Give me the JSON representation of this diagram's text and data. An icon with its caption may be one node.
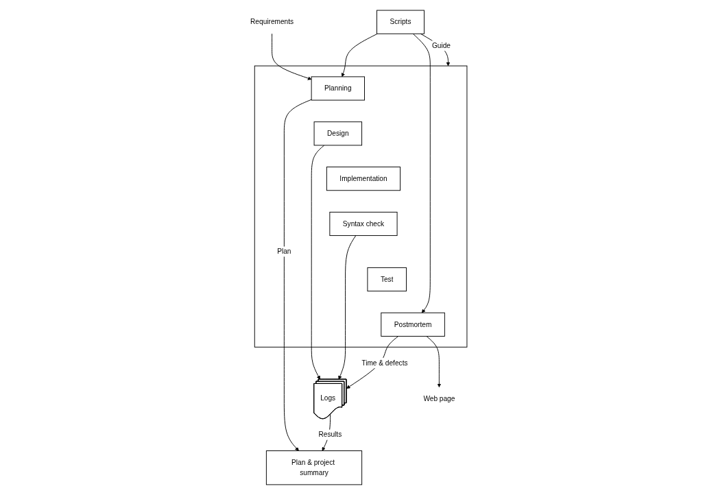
{
  "diagram": {
    "nodes": [
      {
        "text": [
          "Requirements"
        ]
      },
      {
        "text": [],
        "shape": "box"
      },
      {
        "text": [
          "Planning"
        ],
        "in": 1
      },
      {
        "text": [
          "Design"
        ],
        "in": 1
      },
      {
        "text": [
          "Implementation"
        ],
        "in": 1
      },
      {
        "text": [
          "Syntax check"
        ],
        "in": 1
      },
      {
        "text": [
          "Test"
        ],
        "in": 1
      },
      {
        "text": [
          "Postmortem"
        ],
        "in": 1
      },
      {
        "text": [
          "Scripts"
        ]
      },
      {
        "text": [
          "Logs"
        ]
      },
      {
        "text": [
          "Plan & project summary"
        ]
      },
      {
        "text": [
          "Web page"
        ]
      }
    ],
    "edges": [
      {
        "from": 0,
        "to": 2,
        "arrow": "to"
      },
      {
        "from": 8,
        "to": 2,
        "arrow": "to"
      },
      {
        "from": 8,
        "to": 1,
        "label": "Guide",
        "arrow": "to"
      },
      {
        "from": 8,
        "to": 7,
        "arrow": "to"
      },
      {
        "from": 2,
        "to": 10,
        "label": "Plan",
        "arrow": "to"
      },
      {
        "from": 3,
        "to": 9,
        "arrow": "to"
      },
      {
        "from": 5,
        "to": 9,
        "arrow": "to"
      },
      {
        "from": 7,
        "to": 9,
        "label": "Time & defects",
        "arrow": "to"
      },
      {
        "from": 9,
        "to": 10,
        "label": "Results",
        "arrow": "to"
      },
      {
        "from": 7,
        "to": 11,
        "arrow": "to"
      }
    ]
  }
}
